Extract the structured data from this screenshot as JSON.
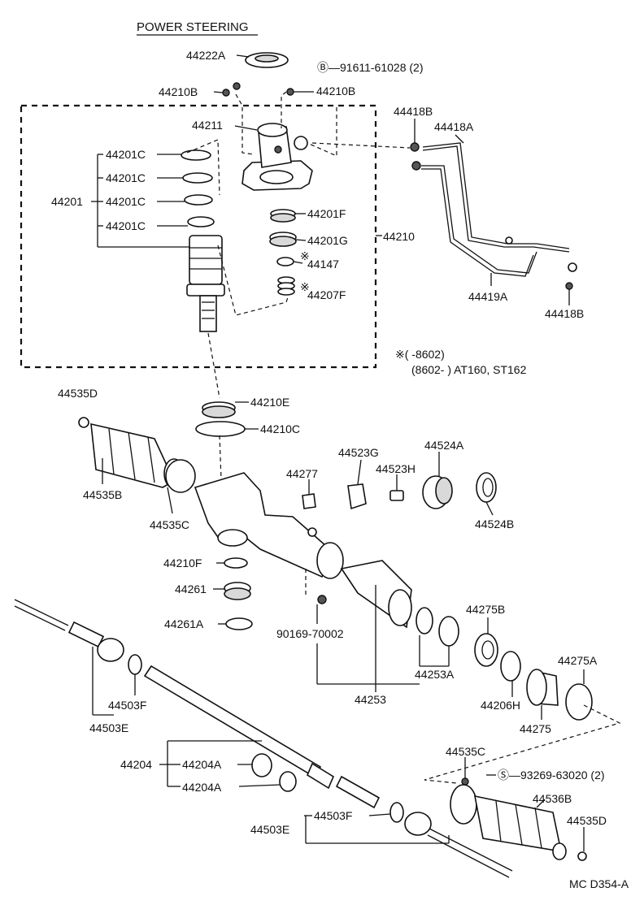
{
  "title": "POWER STEERING",
  "code": "MC D354-A",
  "note": {
    "line1": "※(      -8602)",
    "line2": "(8602-         ) AT160, ST162"
  },
  "labels": {
    "p44222A": "44222A",
    "pB91611": "Ⓑ—91611-61028 (2)",
    "p44210B_l": "44210B",
    "p44210B_r": "44210B",
    "p44211": "44211",
    "p44418B_t": "44418B",
    "p44418A": "44418A",
    "p44201C_1": "44201C",
    "p44201C_2": "44201C",
    "p44201": "44201",
    "p44201C_3": "44201C",
    "p44201C_4": "44201C",
    "p44201F": "44201F",
    "p44201G": "44201G",
    "p44210": "44210",
    "p44147": "44147",
    "p44207F": "44207F",
    "p44419A": "44419A",
    "p44418B_b": "44418B",
    "p44535D_t": "44535D",
    "p44210E": "44210E",
    "p44210C": "44210C",
    "p44523G": "44523G",
    "p44524A": "44524A",
    "p44277": "44277",
    "p44523H": "44523H",
    "p44535B": "44535B",
    "p44535C_t": "44535C",
    "p44524B": "44524B",
    "p44210F": "44210F",
    "p44261": "44261",
    "p44275B": "44275B",
    "p44261A": "44261A",
    "p90169": "90169-70002",
    "p44253A": "44253A",
    "p44275A": "44275A",
    "p44206H": "44206H",
    "p44503F_t": "44503F",
    "p44253": "44253",
    "p44503E_t": "44503E",
    "p44275": "44275",
    "p44535C_b": "44535C",
    "pS93269": "Ⓢ—93269-63020 (2)",
    "p44204": "44204",
    "p44204A_1": "44204A",
    "p44204A_2": "44204A",
    "p44536B": "44536B",
    "p44503F_b": "44503F",
    "p44535D_b": "44535D",
    "p44503E_b": "44503E"
  }
}
